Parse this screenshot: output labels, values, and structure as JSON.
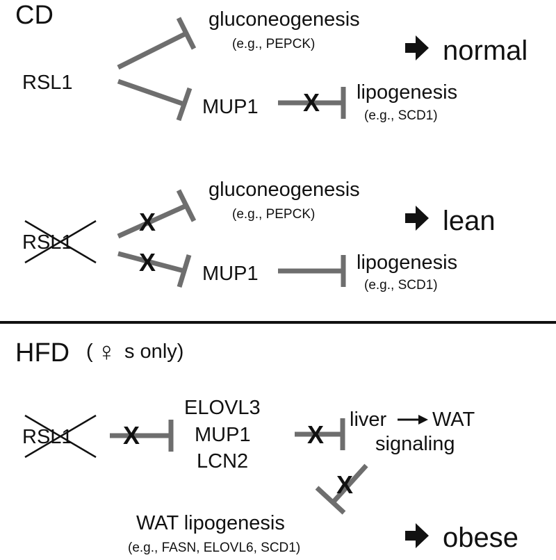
{
  "panel_cd": {
    "title": "CD",
    "normal_case": {
      "regulator": "RSL1",
      "target_top": "gluconeogenesis",
      "target_top_example": "(e.g., PEPCK)",
      "mid_node": "MUP1",
      "target_bottom": "lipogenesis",
      "target_bottom_example": "(e.g., SCD1)",
      "block_mark": "X",
      "outcome": "normal"
    },
    "knockout_case": {
      "regulator": "RSL1",
      "target_top": "gluconeogenesis",
      "target_top_example": "(e.g., PEPCK)",
      "mid_node": "MUP1",
      "target_bottom": "lipogenesis",
      "target_bottom_example": "(e.g., SCD1)",
      "block_mark_1": "X",
      "block_mark_2": "X",
      "outcome": "lean"
    }
  },
  "panel_hfd": {
    "title": "HFD",
    "qualifier_open": "(",
    "qualifier_symbol": "♀",
    "qualifier_text": "s only)",
    "regulator": "RSL1",
    "genes": [
      "ELOVL3",
      "MUP1",
      "LCN2"
    ],
    "signal_from": "liver",
    "signal_to": "WAT",
    "signal_label": "signaling",
    "wat_target": "WAT lipogenesis",
    "wat_target_example": "(e.g., FASN, ELOVL6, SCD1)",
    "block_mark_1": "X",
    "block_mark_2": "X",
    "block_mark_3": "X",
    "outcome": "obese"
  },
  "colors": {
    "inhibition_line": "#6e6e6e",
    "text": "#111111",
    "divider": "#111111"
  }
}
